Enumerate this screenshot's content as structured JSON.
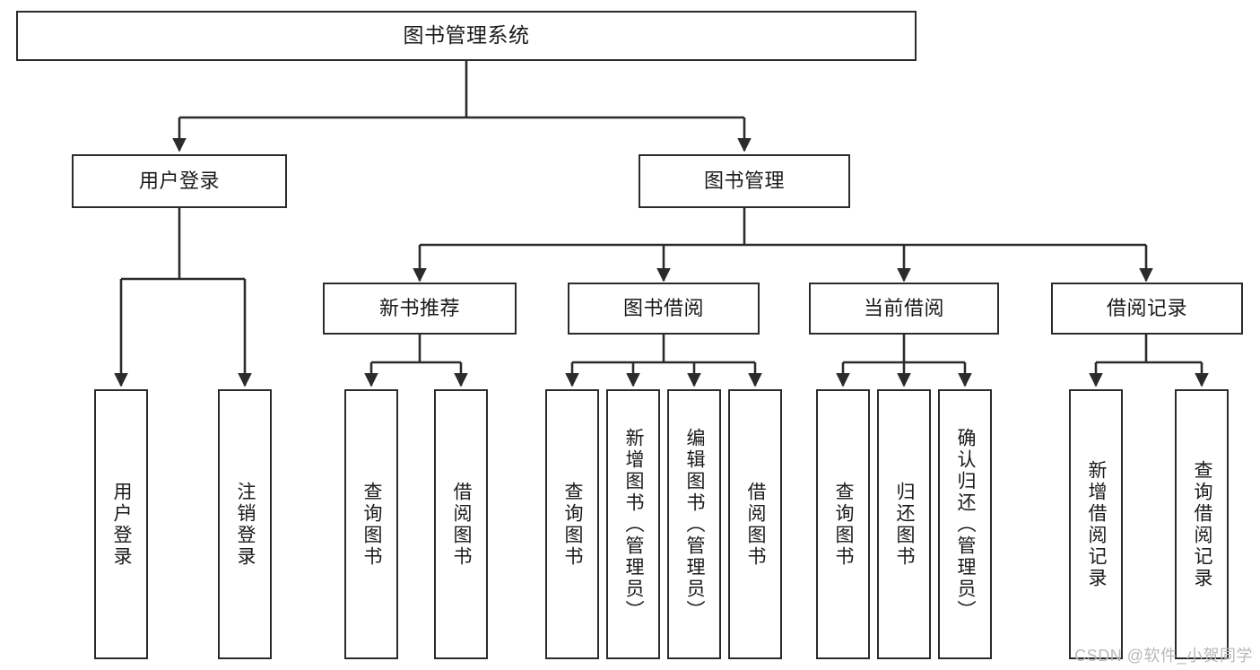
{
  "diagram": {
    "title": "图书管理系统",
    "type": "tree-structure-chart",
    "colors": {
      "box_border": "#2b2b2b",
      "box_fill": "#ffffff",
      "edge": "#2b2b2b",
      "text": "#1a1a1a",
      "watermark": "#b9b9b9",
      "background": "#ffffff"
    },
    "watermark": "CSDN @软件_小贺同学",
    "nodes": {
      "root": {
        "label": "图书管理系统"
      },
      "level1": [
        {
          "id": "user-login",
          "label": "用户登录"
        },
        {
          "id": "book-manage",
          "label": "图书管理"
        }
      ],
      "level2": [
        {
          "id": "new-book-recommend",
          "label": "新书推荐"
        },
        {
          "id": "book-borrow",
          "label": "图书借阅"
        },
        {
          "id": "current-borrow",
          "label": "当前借阅"
        },
        {
          "id": "borrow-record",
          "label": "借阅记录"
        }
      ],
      "leaves": {
        "user_login": [
          {
            "id": "leaf-user-login",
            "label": "用户登录"
          },
          {
            "id": "leaf-logout",
            "label": "注销登录"
          }
        ],
        "new_book_recommend": [
          {
            "id": "leaf-query-book-1",
            "label": "查询图书"
          },
          {
            "id": "leaf-borrow-book-1",
            "label": "借阅图书"
          }
        ],
        "book_borrow": [
          {
            "id": "leaf-query-book-2",
            "label": "查询图书"
          },
          {
            "id": "leaf-add-book",
            "label": "新增图书（管理员）"
          },
          {
            "id": "leaf-edit-book",
            "label": "编辑图书（管理员）"
          },
          {
            "id": "leaf-borrow-book-2",
            "label": "借阅图书"
          }
        ],
        "current_borrow": [
          {
            "id": "leaf-query-book-3",
            "label": "查询图书"
          },
          {
            "id": "leaf-return-book",
            "label": "归还图书"
          },
          {
            "id": "leaf-confirm-return",
            "label": "确认归还（管理员）"
          }
        ],
        "borrow_record": [
          {
            "id": "leaf-add-record",
            "label": "新增借阅记录"
          },
          {
            "id": "leaf-query-record",
            "label": "查询借阅记录"
          }
        ]
      }
    }
  }
}
